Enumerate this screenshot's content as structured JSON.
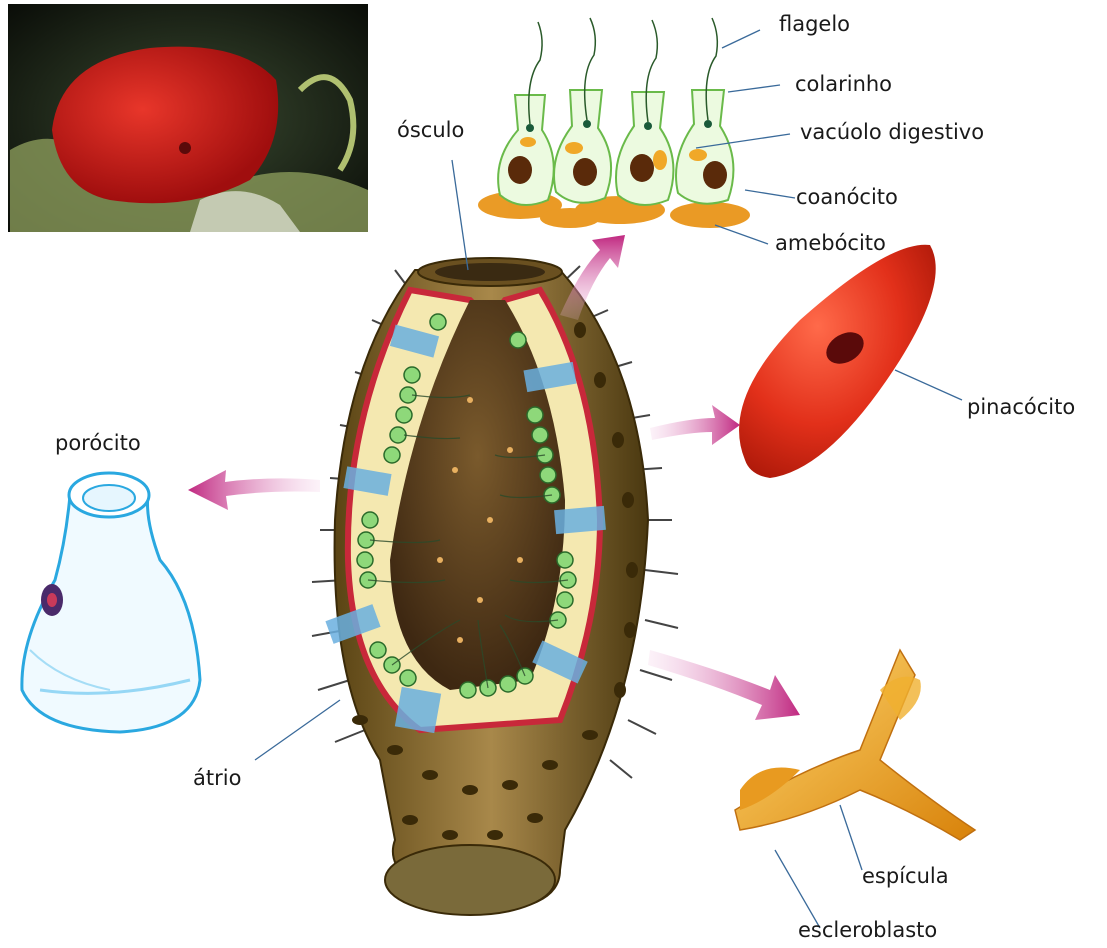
{
  "labels": {
    "flagelo": "flagelo",
    "colarinho": "colarinho",
    "vacuolo": "vacúolo digestivo",
    "coanocito": "coanócito",
    "amebocito": "amebócito",
    "osculo": "ósculo",
    "pinacocito": "pinacócito",
    "porocito": "porócito",
    "atrio": "átrio",
    "espicula": "espícula",
    "escleroblasto": "escleroblasto"
  },
  "colors": {
    "sponge_photo": "#d01818",
    "body_wall": "#8a6a2a",
    "atrium": "#5a3e1c",
    "choanocyte_green": "#7fcf6a",
    "amoebocyte": "#e88a1a",
    "pinacocyte": "#e8321a",
    "porocyte": "#2aa8e0",
    "spicule": "#f0a820",
    "arrow": "#c8308a"
  }
}
